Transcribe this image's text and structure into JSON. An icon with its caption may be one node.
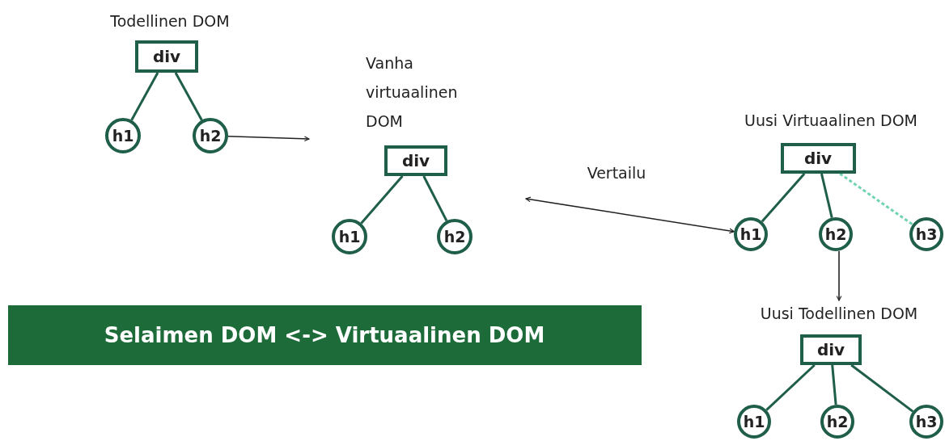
{
  "diagram": {
    "nodes": [
      {
        "text": [
          "div"
        ],
        "beside": [
          "Todellinen DOM"
        ]
      },
      {
        "text": [
          "h1"
        ]
      },
      {
        "text": [
          "h2"
        ]
      },
      {
        "text": [
          "div"
        ],
        "beside": [
          "Vanha virtuaalinen DOM"
        ]
      },
      {
        "text": [
          "h1"
        ]
      },
      {
        "text": [
          "h2"
        ]
      },
      {
        "text": [
          "div"
        ],
        "beside": [
          "Uusi Virtuaalinen DOM"
        ]
      },
      {
        "text": [
          "h1"
        ]
      },
      {
        "text": [
          "h2"
        ]
      },
      {
        "text": [
          "h3"
        ]
      },
      {
        "text": [
          "div"
        ],
        "beside": [
          "Uusi Todellinen DOM"
        ]
      },
      {
        "text": [
          "h1"
        ]
      },
      {
        "text": [
          "h2"
        ]
      },
      {
        "text": [
          "h3"
        ]
      },
      {
        "text": [
          "Selaimen DOM <-> Virtuaalinen DOM"
        ]
      }
    ],
    "edges": [
      {
        "from": 0,
        "to": 1,
        "arrow": "none"
      },
      {
        "from": 0,
        "to": 2,
        "arrow": "none"
      },
      {
        "from": 2,
        "to": null,
        "arrow": "to"
      },
      {
        "from": 3,
        "to": 4,
        "arrow": "none"
      },
      {
        "from": 3,
        "to": 5,
        "arrow": "none"
      },
      {
        "from": null,
        "to": 7,
        "arrow": "both",
        "label": "Vertailu"
      },
      {
        "from": 6,
        "to": 7,
        "arrow": "none"
      },
      {
        "from": 6,
        "to": 8,
        "arrow": "none"
      },
      {
        "from": 6,
        "to": 9,
        "arrow": "none",
        "style": "dashed",
        "color": "#6fd3b0"
      },
      {
        "from": 8,
        "to": 10,
        "arrow": "to"
      },
      {
        "from": 10,
        "to": 11,
        "arrow": "none"
      },
      {
        "from": 10,
        "to": 12,
        "arrow": "none"
      },
      {
        "from": 10,
        "to": 13,
        "arrow": "none"
      }
    ]
  }
}
